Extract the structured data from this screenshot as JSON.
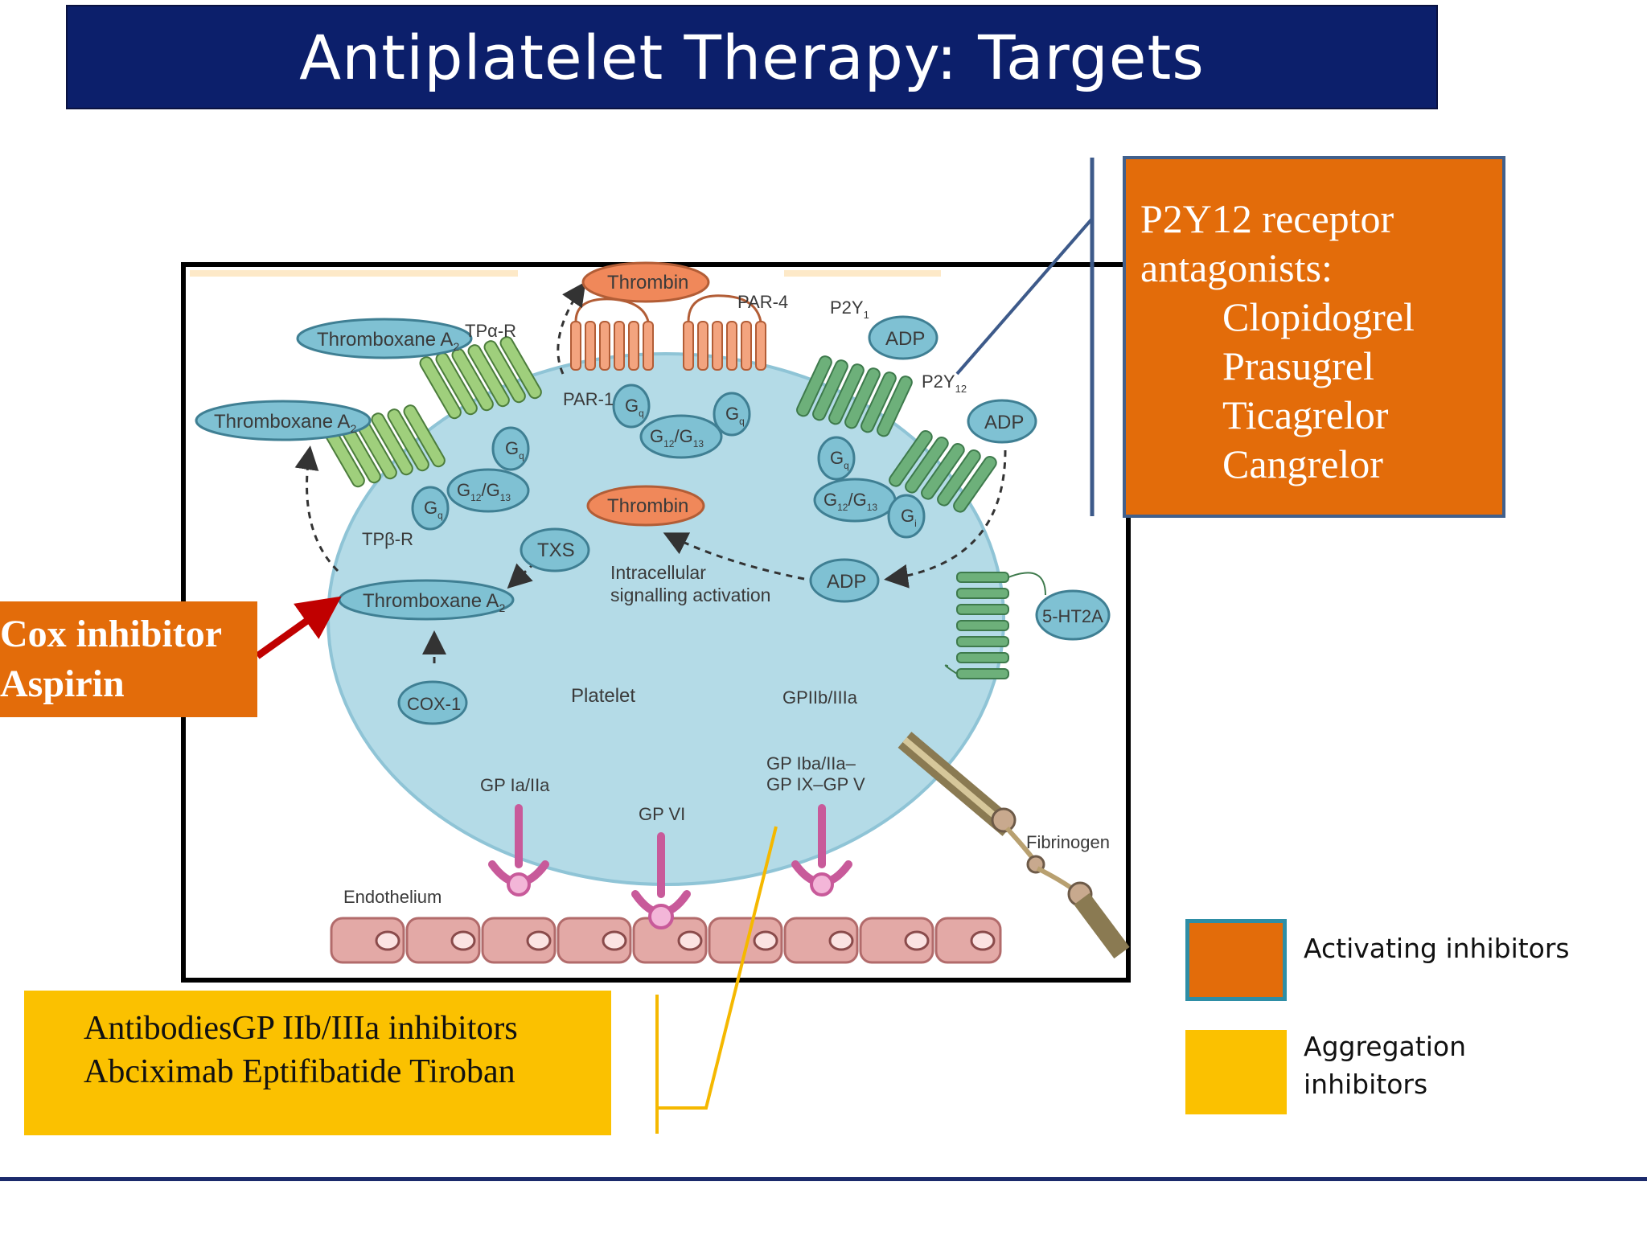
{
  "slide": {
    "title": "Antiplatelet Therapy: Targets"
  },
  "callouts": {
    "p2y12": {
      "heading_line1": "P2Y12 receptor",
      "heading_line2": "antagonists:",
      "drugs": [
        "Clopidogrel",
        "Prasugrel",
        "Ticagrelor",
        "Cangrelor"
      ]
    },
    "cox": {
      "line1": "Cox inhibitor",
      "line2": "Aspirin"
    },
    "gp": {
      "line1": "AntibodiesGP IIb/IIIa inhibitors",
      "line2": "Abciximab  Eptifibatide Tiroban"
    }
  },
  "legend": {
    "activating": "Activating inhibitors",
    "aggregation_line1": "Aggregation",
    "aggregation_line2": "inhibitors"
  },
  "diagram": {
    "thrombin_top": "Thrombin",
    "thrombin_mid": "Thrombin",
    "par4": "PAR-4",
    "par1": "PAR-1",
    "p2y1": "P2Y",
    "p2y1_sub": "1",
    "p2y12": "P2Y",
    "p2y12_sub": "12",
    "adp_1": "ADP",
    "adp_2": "ADP",
    "adp_3": "ADP",
    "txa2_top": "Thromboxane A",
    "txa2_left": "Thromboxane A",
    "txa2_inner": "Thromboxane A",
    "txa2_sub": "2",
    "tpa_r": "TPα-R",
    "tpb_r": "TPβ-R",
    "txs": "TXS",
    "cox1": "COX-1",
    "gq": "G",
    "gq_sub": "q",
    "g1213": "G",
    "g1213_a": "12",
    "g1213_b": "/G",
    "g1213_c": "13",
    "gi": "G",
    "gi_sub": "i",
    "intracellular_1": "Intracellular",
    "intracellular_2": "signalling activation",
    "ht2a": "5-HT2A",
    "platelet": "Platelet",
    "gpiib": "GPIIb/IIIa",
    "gpia": "GP Ia/IIa",
    "gpvi": "GP VI",
    "gpib_1": "GP Iba/IIa–",
    "gpib_2": "GP IX–GP V",
    "fibrinogen": "Fibrinogen",
    "endothelium": "Endothelium"
  },
  "colors": {
    "title_bg": "#0c1f6b",
    "activating": "#e36c0a",
    "aggregation": "#fbc100",
    "platelet": "#b4dbe7",
    "receptor_green": "#6db07a",
    "thrombin": "#f0885a",
    "arrow_red": "#c00000"
  }
}
